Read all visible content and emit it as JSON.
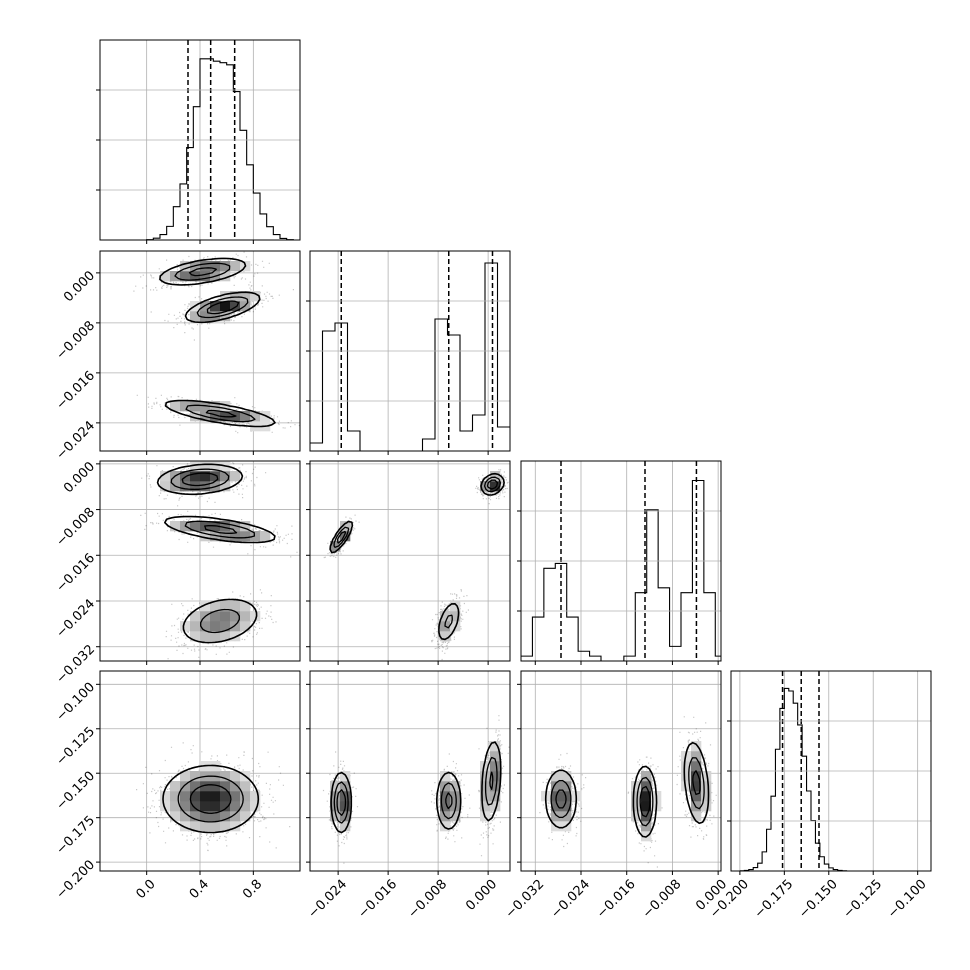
{
  "chart_data": {
    "type": "corner",
    "title": "",
    "n_params": 4,
    "grid": true,
    "colors": {
      "frame": "#000000",
      "grid": "#b0b0b0",
      "quantile": "#000000",
      "scatter": "#000000"
    },
    "quantile_style": "dashed",
    "params": [
      {
        "label": "",
        "range": [
          -0.35,
          1.15
        ],
        "ticks": [
          0.0,
          0.4,
          0.8
        ],
        "tick_labels": [
          "0.0",
          "0.4",
          "0.8"
        ],
        "quantiles": [
          0.31,
          0.48,
          0.66
        ],
        "hist": {
          "edges": [
            -0.35,
            -0.3,
            -0.25,
            -0.2,
            -0.15,
            -0.1,
            -0.05,
            0.0,
            0.05,
            0.1,
            0.15,
            0.2,
            0.25,
            0.3,
            0.35,
            0.4,
            0.45,
            0.5,
            0.55,
            0.6,
            0.65,
            0.7,
            0.75,
            0.8,
            0.85,
            0.9,
            0.95,
            1.0,
            1.05,
            1.1,
            1.15
          ],
          "counts": [
            0,
            0,
            0,
            0,
            0,
            0,
            0,
            1,
            6,
            18,
            45,
            110,
            185,
            305,
            440,
            598,
            598,
            590,
            585,
            578,
            490,
            362,
            248,
            155,
            86,
            44,
            18,
            5,
            1,
            0
          ]
        },
        "hist_ylim": [
          0,
          660
        ]
      },
      {
        "label": "",
        "range": [
          -0.0285,
          0.0035
        ],
        "ticks": [
          -0.024,
          -0.016,
          -0.008,
          0.0
        ],
        "tick_labels": [
          "−0.024",
          "−0.016",
          "−0.008",
          "0.000"
        ],
        "quantiles": [
          -0.0235,
          -0.0063,
          0.0007
        ],
        "hist": {
          "edges": [
            -0.0285,
            -0.0265,
            -0.0245,
            -0.0225,
            -0.0205,
            -0.0185,
            -0.0165,
            -0.0145,
            -0.0125,
            -0.0105,
            -0.0085,
            -0.0065,
            -0.0045,
            -0.0025,
            -0.0005,
            0.0015,
            0.0035
          ],
          "counts": [
            0.02,
            0.3,
            0.32,
            0.05,
            0,
            0,
            0,
            0,
            0,
            0.03,
            0.33,
            0.29,
            0.05,
            0.09,
            0.47,
            0.06
          ]
        },
        "hist_ylim": [
          0,
          0.5
        ]
      },
      {
        "label": "",
        "range": [
          -0.0345,
          0.0005
        ],
        "ticks": [
          -0.032,
          -0.024,
          -0.016,
          -0.008,
          0.0
        ],
        "tick_labels": [
          "−0.032",
          "−0.024",
          "−0.016",
          "−0.008",
          "0.000"
        ],
        "quantiles": [
          -0.0275,
          -0.0128,
          -0.0038
        ],
        "hist": {
          "edges": [
            -0.0345,
            -0.0325,
            -0.0305,
            -0.0285,
            -0.0265,
            -0.0245,
            -0.0225,
            -0.0205,
            -0.0185,
            -0.0165,
            -0.0145,
            -0.0125,
            -0.0105,
            -0.0085,
            -0.0065,
            -0.0045,
            -0.0025,
            -0.0005,
            0.0005
          ],
          "counts": [
            0.01,
            0.09,
            0.19,
            0.2,
            0.09,
            0.02,
            0.01,
            0,
            0,
            0.01,
            0.14,
            0.31,
            0.15,
            0.03,
            0.14,
            0.37,
            0.14,
            0.01
          ]
        },
        "hist_ylim": [
          0,
          0.41
        ]
      },
      {
        "label": "",
        "range": [
          -0.205,
          -0.0925
        ],
        "ticks": [
          -0.2,
          -0.175,
          -0.15,
          -0.125,
          -0.1
        ],
        "tick_labels": [
          "−0.200",
          "−0.175",
          "−0.150",
          "−0.125",
          "−0.100"
        ],
        "quantiles": [
          -0.176,
          -0.1655,
          -0.1555
        ],
        "hist": {
          "edges": [
            -0.2,
            -0.1975,
            -0.195,
            -0.1925,
            -0.19,
            -0.1875,
            -0.185,
            -0.1825,
            -0.18,
            -0.1775,
            -0.175,
            -0.1725,
            -0.17,
            -0.1675,
            -0.165,
            -0.1625,
            -0.16,
            -0.1575,
            -0.155,
            -0.1525,
            -0.15,
            -0.1475,
            -0.145,
            -0.1425,
            -0.14,
            -0.1375,
            -0.135,
            -0.1325,
            -0.13
          ],
          "counts": [
            1,
            3,
            8,
            20,
            45,
            110,
            240,
            430,
            700,
            935,
            1050,
            1035,
            965,
            840,
            660,
            460,
            290,
            160,
            82,
            40,
            18,
            8,
            3,
            1,
            0,
            0,
            0,
            0
          ]
        },
        "hist_ylim": [
          0,
          1150
        ]
      }
    ],
    "y_ticks_hidden_on_diagonal": true,
    "pairs": [
      {
        "row": 1,
        "col": 0,
        "blobs": [
          {
            "mean": [
              0.42,
              0.0002
            ],
            "sd": [
              0.17,
              0.0011
            ],
            "rho": 0.5,
            "weight": 0.33
          },
          {
            "mean": [
              0.57,
              -0.0055
            ],
            "sd": [
              0.14,
              0.0012
            ],
            "rho": 0.6,
            "weight": 0.33
          },
          {
            "mean": [
              0.55,
              -0.0225
            ],
            "sd": [
              0.22,
              0.0011
            ],
            "rho": -0.7,
            "weight": 0.34
          }
        ]
      },
      {
        "row": 2,
        "col": 0,
        "blobs": [
          {
            "mean": [
              0.4,
              -0.0027
            ],
            "sd": [
              0.16,
              0.0013
            ],
            "rho": 0.2,
            "weight": 0.35
          },
          {
            "mean": [
              0.55,
              -0.0115
            ],
            "sd": [
              0.22,
              0.0012
            ],
            "rho": -0.6,
            "weight": 0.3
          },
          {
            "mean": [
              0.55,
              -0.0275
            ],
            "sd": [
              0.16,
              0.0022
            ],
            "rho": 0.3,
            "weight": 0.35
          }
        ]
      },
      {
        "row": 2,
        "col": 1,
        "blobs": [
          {
            "mean": [
              -0.0235,
              -0.0128
            ],
            "sd": [
              0.0009,
              0.0014
            ],
            "rho": 0.8,
            "weight": 0.3
          },
          {
            "mean": [
              -0.0063,
              -0.0276
            ],
            "sd": [
              0.001,
              0.002
            ],
            "rho": 0.5,
            "weight": 0.35
          },
          {
            "mean": [
              0.0007,
              -0.0036
            ],
            "sd": [
              0.0009,
              0.0009
            ],
            "rho": 0.2,
            "weight": 0.35
          }
        ]
      },
      {
        "row": 3,
        "col": 0,
        "blobs": [
          {
            "mean": [
              0.48,
              -0.1645
            ],
            "sd": [
              0.18,
              0.0095
            ],
            "rho": 0.0,
            "weight": 1.0
          }
        ]
      },
      {
        "row": 3,
        "col": 1,
        "blobs": [
          {
            "mean": [
              -0.0235,
              -0.1665
            ],
            "sd": [
              0.0008,
              0.0085
            ],
            "rho": 0.0,
            "weight": 0.33
          },
          {
            "mean": [
              -0.0063,
              -0.1655
            ],
            "sd": [
              0.001,
              0.0085
            ],
            "rho": 0.0,
            "weight": 0.33
          },
          {
            "mean": [
              0.0005,
              -0.1545
            ],
            "sd": [
              0.0008,
              0.012
            ],
            "rho": 0.3,
            "weight": 0.34
          }
        ]
      },
      {
        "row": 3,
        "col": 2,
        "blobs": [
          {
            "mean": [
              -0.0275,
              -0.1645
            ],
            "sd": [
              0.0014,
              0.0085
            ],
            "rho": 0.0,
            "weight": 0.33
          },
          {
            "mean": [
              -0.0128,
              -0.166
            ],
            "sd": [
              0.001,
              0.01
            ],
            "rho": 0.0,
            "weight": 0.33
          },
          {
            "mean": [
              -0.0038,
              -0.1555
            ],
            "sd": [
              0.0011,
              0.012
            ],
            "rho": -0.3,
            "weight": 0.34
          }
        ]
      }
    ]
  }
}
